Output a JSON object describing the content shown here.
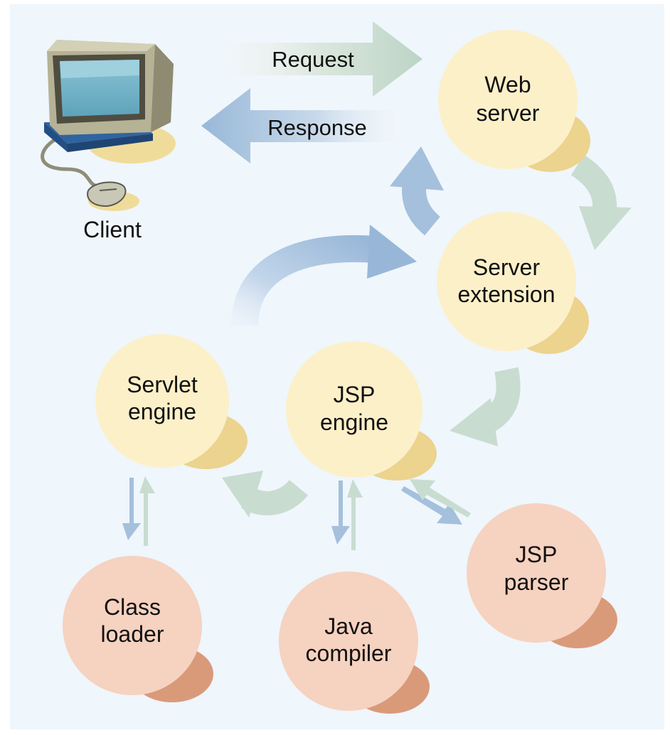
{
  "diagram": {
    "client_label": "Client",
    "request_label": "Request",
    "response_label": "Response",
    "nodes": {
      "web_server": [
        "Web",
        "server"
      ],
      "server_extension": [
        "Server",
        "extension"
      ],
      "servlet_engine": [
        "Servlet",
        "engine"
      ],
      "jsp_engine": [
        "JSP",
        "engine"
      ],
      "class_loader": [
        "Class",
        "loader"
      ],
      "java_compiler": [
        "Java",
        "compiler"
      ],
      "jsp_parser": [
        "JSP",
        "parser"
      ]
    }
  },
  "colors": {
    "background": "#eff6fc",
    "frame": "#ffffff",
    "server_node": "#fcf0c9",
    "server_node_shadow": "#ecd38e",
    "tool_node": "#f6d2c0",
    "tool_node_shadow": "#d99a7a",
    "green_arrow": "#c9dcd0",
    "blue_arrow": "#a4c0dc",
    "client_teal": "#6fb0c6",
    "client_body": "#b5b296",
    "client_base_blue": "#2f64a0",
    "client_shadow": "#f0dc9a"
  }
}
